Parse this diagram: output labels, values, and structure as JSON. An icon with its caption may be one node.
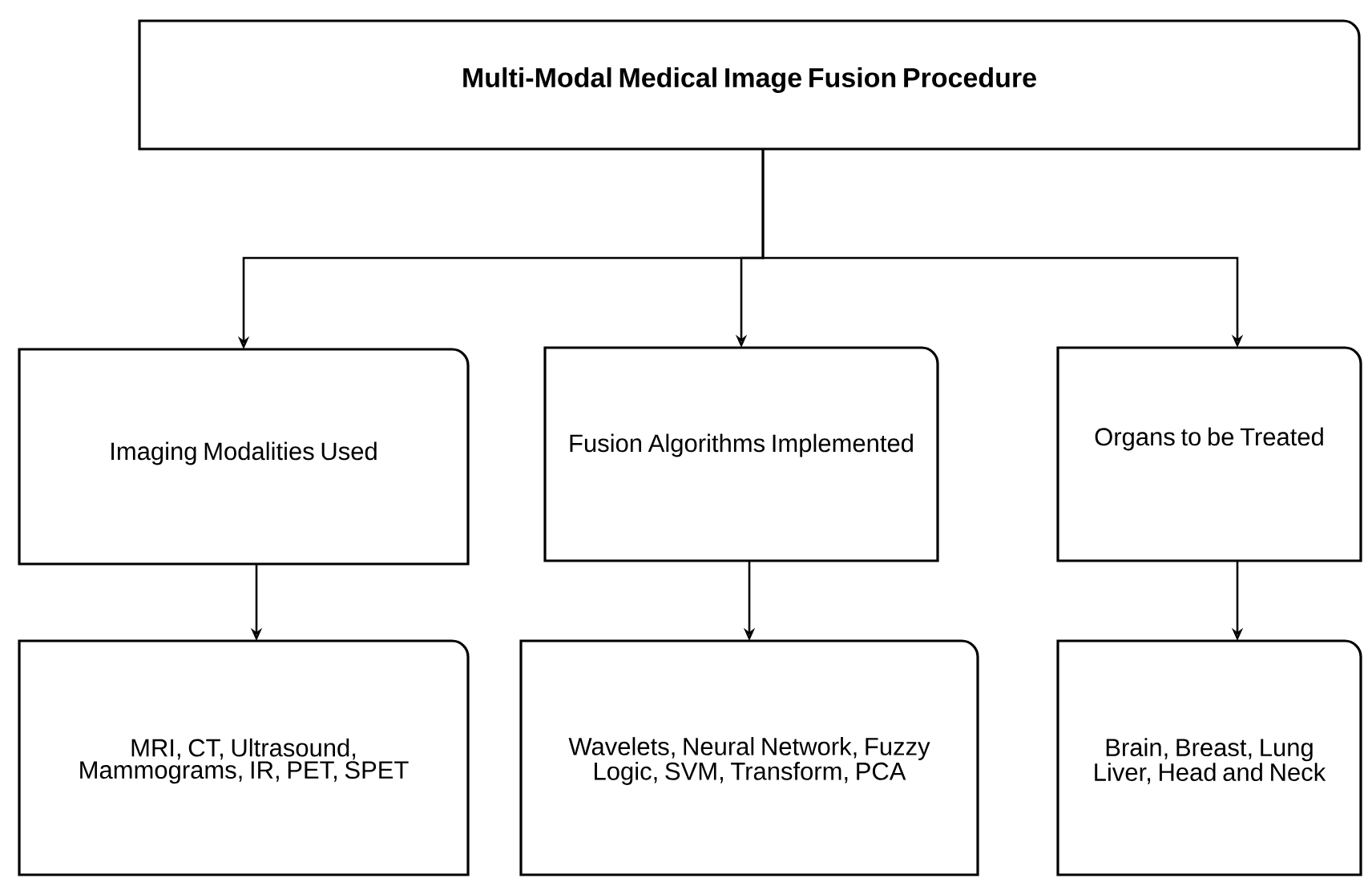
{
  "diagram": {
    "nodes": [
      {
        "text": [
          "Multi-Modal Medical Image Fusion Procedure"
        ]
      },
      {
        "text": [
          "Imaging Modalities Used"
        ]
      },
      {
        "text": [
          "Fusion Algorithms Implemented"
        ]
      },
      {
        "text": [
          "Organs to be Treated"
        ]
      },
      {
        "text": [
          "MRI, CT, Ultrasound, Mammograms, IR, PET, SPET"
        ]
      },
      {
        "text": [
          "Wavelets, Neural Network, Fuzzy Logic, SVM, Transform, PCA"
        ]
      },
      {
        "text": [
          "Brain, Breast, Lung Liver, Head and Neck"
        ]
      }
    ],
    "edges": [
      {
        "from": 0,
        "to": 1,
        "arrow": "to"
      },
      {
        "from": 0,
        "to": 2,
        "arrow": "to"
      },
      {
        "from": 0,
        "to": 3,
        "arrow": "to"
      },
      {
        "from": 1,
        "to": 4,
        "arrow": "to"
      },
      {
        "from": 2,
        "to": 5,
        "arrow": "to"
      },
      {
        "from": 3,
        "to": 6,
        "arrow": "to"
      }
    ]
  }
}
